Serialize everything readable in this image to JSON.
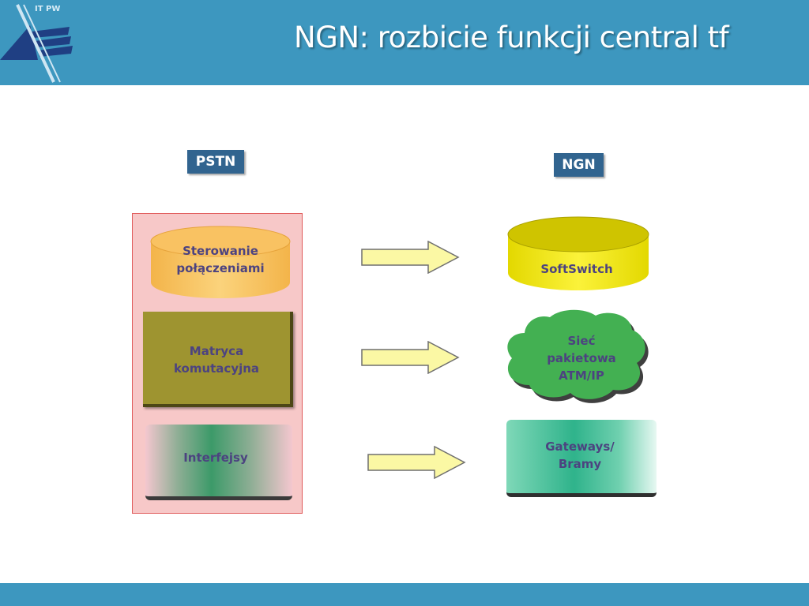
{
  "header": {
    "title": "NGN: rozbicie funkcji central tf",
    "logo_text": "IT PW"
  },
  "colors": {
    "header": "#3d97bf",
    "tag": "#31648f",
    "panel": "#f7c8c8",
    "label_text": "#4c4380"
  },
  "left": {
    "tag": "PSTN",
    "control_line1": "Sterowanie",
    "control_line2": "połączeniami",
    "matrix_line1": "Matryca",
    "matrix_line2": "komutacyjna",
    "interfaces": "Interfejsy"
  },
  "right": {
    "tag": "NGN",
    "softswitch": "SoftSwitch",
    "network_line1": "Sieć",
    "network_line2": "pakietowa",
    "network_line3": "ATM/IP",
    "gateways_line1": "Gateways/",
    "gateways_line2": "Bramy"
  }
}
